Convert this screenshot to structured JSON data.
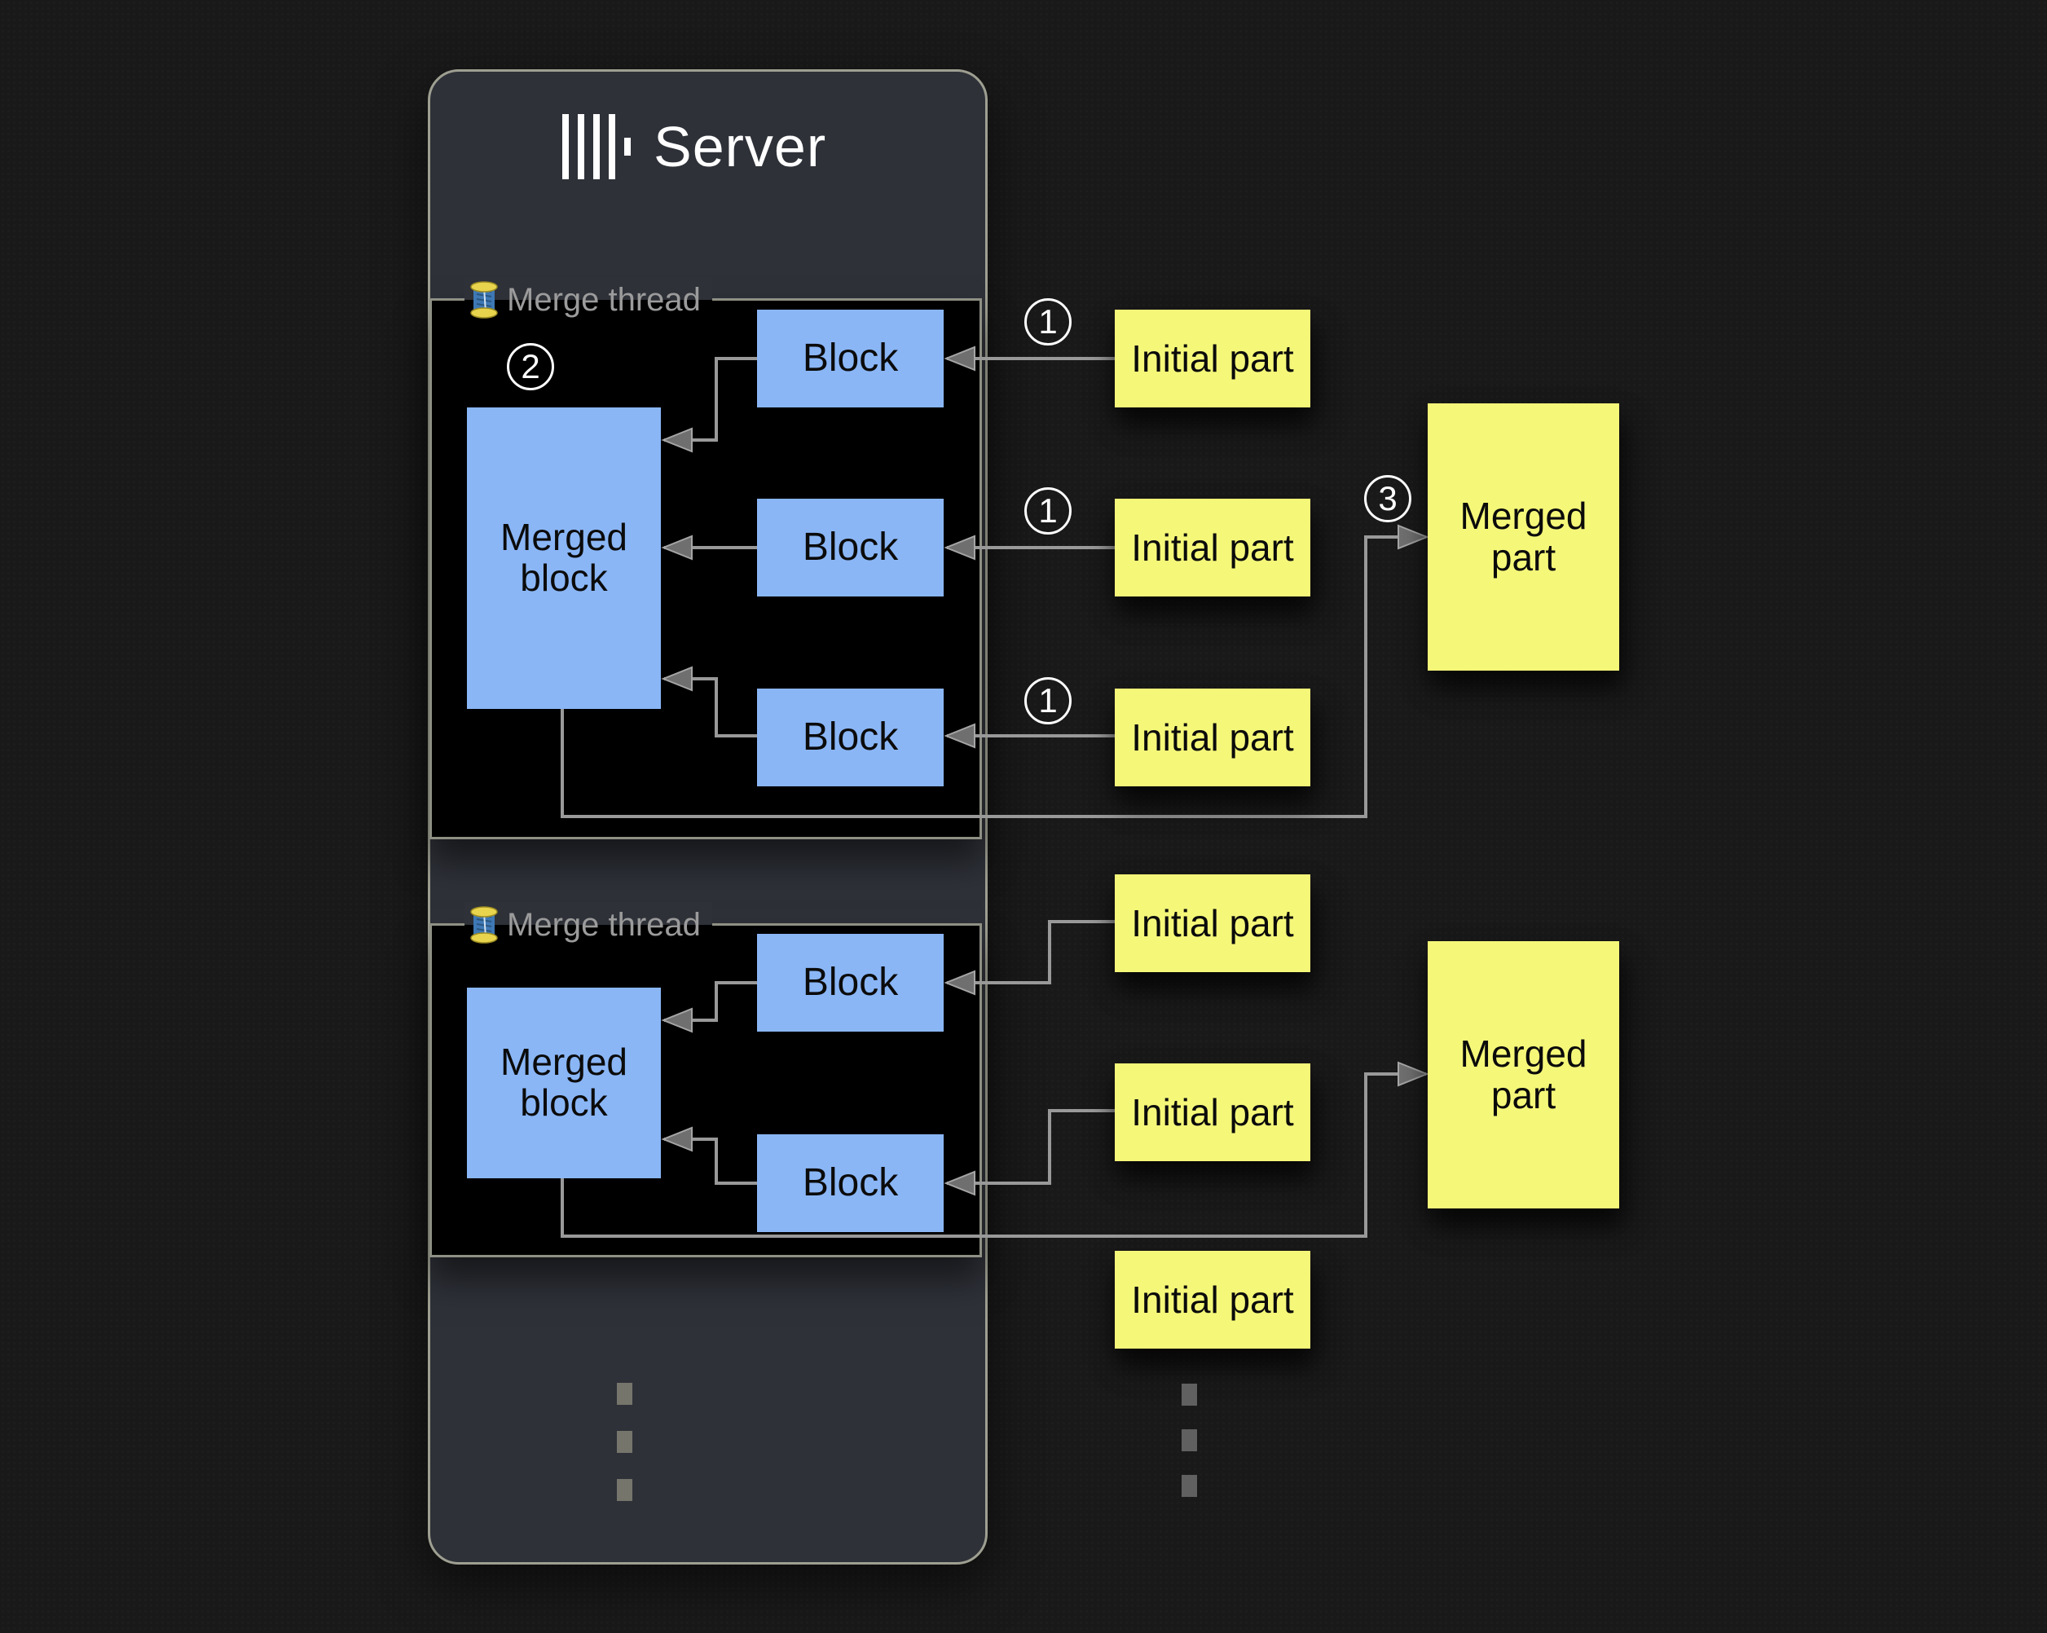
{
  "colors": {
    "page_bg": "#191919",
    "panel_bg": "#2e3138",
    "panel_border": "#9e9f91",
    "container_bg": "#000000",
    "container_border": "#8f9084",
    "block_fill": "#8ab6f6",
    "part_fill": "#f5f779",
    "connector": "#999999",
    "arrowhead": "#6f6f6f",
    "label_text": "#9b9b9b",
    "title_text": "#ffffff",
    "box_text": "#0b0b0b"
  },
  "server": {
    "title": "Server",
    "logo_icon": "clickhouse-bars-logo",
    "ellipsis_icon": "vertical-ellipsis"
  },
  "threads": [
    {
      "label": "Merge thread",
      "icon": "thread-spool-icon",
      "step": "2",
      "merged_block_label": "Merged block",
      "blocks": [
        "Block",
        "Block",
        "Block"
      ]
    },
    {
      "label": "Merge thread",
      "icon": "thread-spool-icon",
      "merged_block_label": "Merged block",
      "blocks": [
        "Block",
        "Block"
      ]
    }
  ],
  "initial_parts": {
    "upper": [
      {
        "step": "1",
        "label": "Initial part"
      },
      {
        "step": "1",
        "label": "Initial part"
      },
      {
        "step": "1",
        "label": "Initial part"
      }
    ],
    "lower": [
      {
        "label": "Initial part"
      },
      {
        "label": "Initial part"
      },
      {
        "label": "Initial part"
      }
    ]
  },
  "merged_parts": [
    {
      "step": "3",
      "label": "Merged part"
    },
    {
      "label": "Merged part"
    }
  ],
  "parts_ellipsis_icon": "vertical-ellipsis"
}
